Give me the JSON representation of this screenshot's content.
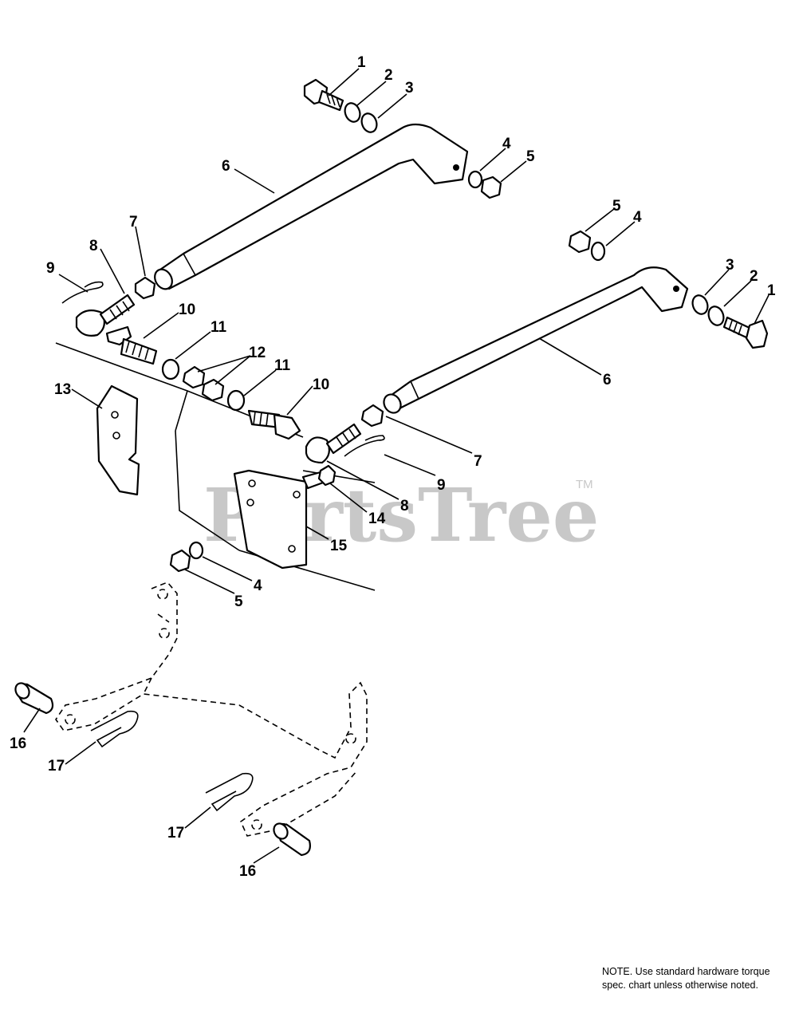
{
  "watermark": {
    "text": "PartsTree",
    "trademark": "TM"
  },
  "note": "NOTE. Use standard hardware torque spec. chart unless otherwise noted.",
  "callouts": [
    {
      "label": "1"
    },
    {
      "label": "2"
    },
    {
      "label": "3"
    },
    {
      "label": "4"
    },
    {
      "label": "5"
    },
    {
      "label": "6"
    },
    {
      "label": "7"
    },
    {
      "label": "8"
    },
    {
      "label": "9"
    },
    {
      "label": "10"
    },
    {
      "label": "11"
    },
    {
      "label": "12"
    },
    {
      "label": "13"
    },
    {
      "label": "5"
    },
    {
      "label": "4"
    },
    {
      "label": "3"
    },
    {
      "label": "2"
    },
    {
      "label": "1"
    },
    {
      "label": "6"
    },
    {
      "label": "11"
    },
    {
      "label": "10"
    },
    {
      "label": "7"
    },
    {
      "label": "9"
    },
    {
      "label": "8"
    },
    {
      "label": "14"
    },
    {
      "label": "15"
    },
    {
      "label": "4"
    },
    {
      "label": "5"
    },
    {
      "label": "16"
    },
    {
      "label": "17"
    },
    {
      "label": "17"
    },
    {
      "label": "16"
    }
  ]
}
